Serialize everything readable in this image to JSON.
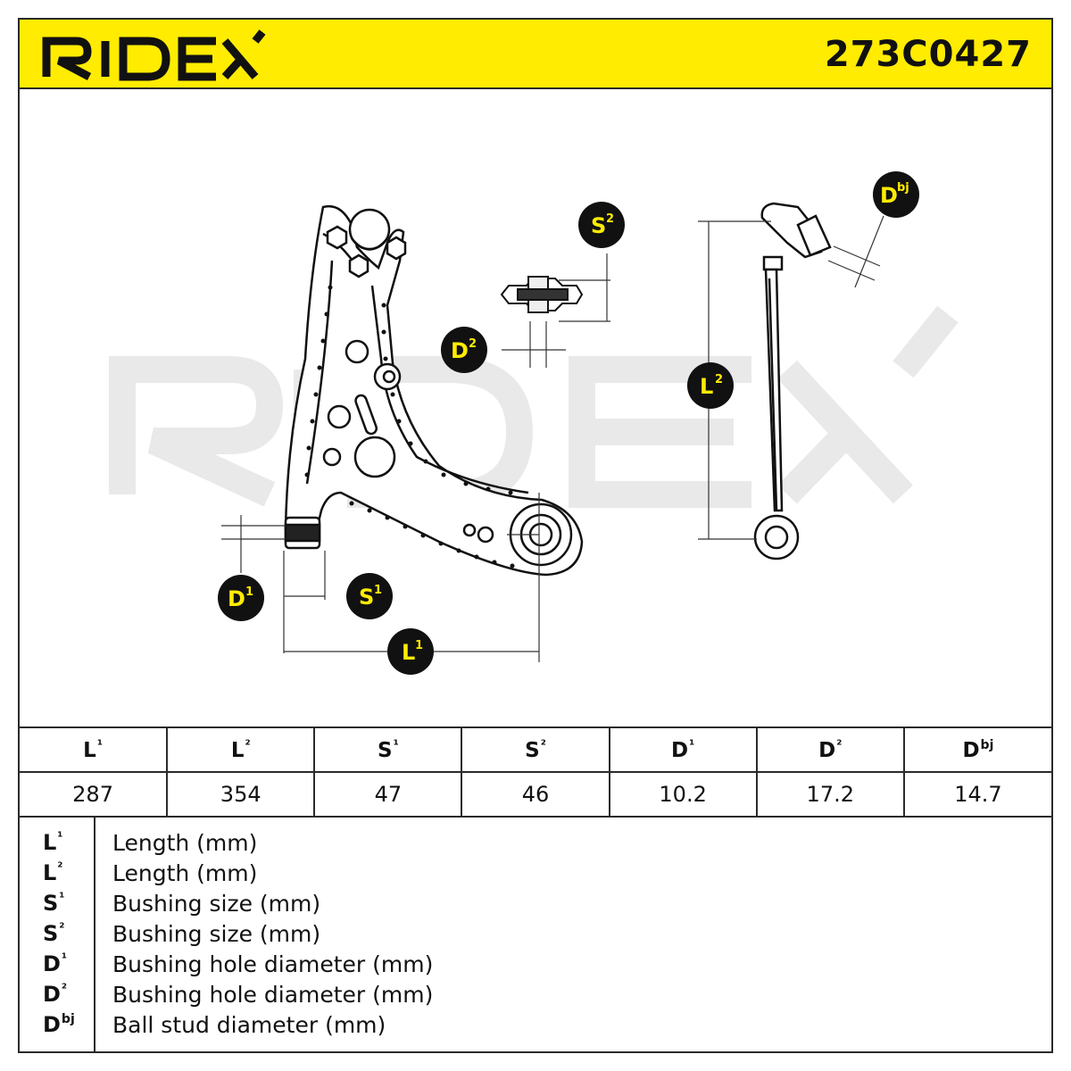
{
  "header": {
    "brand": "RIDEX",
    "part_number": "273C0427"
  },
  "watermark": "RIDEX",
  "colors": {
    "brand_yellow": "#ffec00",
    "badge_fill": "#111111",
    "badge_text": "#ffec00",
    "line": "#2a2a2a",
    "watermark": "#e9e9e9"
  },
  "diagram_labels": {
    "L1": {
      "base": "L",
      "sup": "1"
    },
    "L2": {
      "base": "L",
      "sup": "2"
    },
    "S1": {
      "base": "S",
      "sup": "1"
    },
    "S2": {
      "base": "S",
      "sup": "2"
    },
    "D1": {
      "base": "D",
      "sup": "1"
    },
    "D2": {
      "base": "D",
      "sup": "2"
    },
    "Dbj": {
      "base": "D",
      "sup": "bj"
    }
  },
  "table": {
    "columns": [
      {
        "base": "L",
        "sup": "¹",
        "value": "287"
      },
      {
        "base": "L",
        "sup": "²",
        "value": "354"
      },
      {
        "base": "S",
        "sup": "¹",
        "value": "47"
      },
      {
        "base": "S",
        "sup": "²",
        "value": "46"
      },
      {
        "base": "D",
        "sup": "¹",
        "value": "10.2"
      },
      {
        "base": "D",
        "sup": "²",
        "value": "17.2"
      },
      {
        "base": "D",
        "sup": "bj",
        "value": "14.7"
      }
    ]
  },
  "legend": [
    {
      "base": "L",
      "sup": "¹",
      "desc": "Length (mm)"
    },
    {
      "base": "L",
      "sup": "²",
      "desc": "Length (mm)"
    },
    {
      "base": "S",
      "sup": "¹",
      "desc": "Bushing size (mm)"
    },
    {
      "base": "S",
      "sup": "²",
      "desc": "Bushing size (mm)"
    },
    {
      "base": "D",
      "sup": "¹",
      "desc": "Bushing hole diameter (mm)"
    },
    {
      "base": "D",
      "sup": "²",
      "desc": "Bushing hole diameter (mm)"
    },
    {
      "base": "D",
      "sup": "bj",
      "desc": "Ball stud diameter (mm)"
    }
  ]
}
